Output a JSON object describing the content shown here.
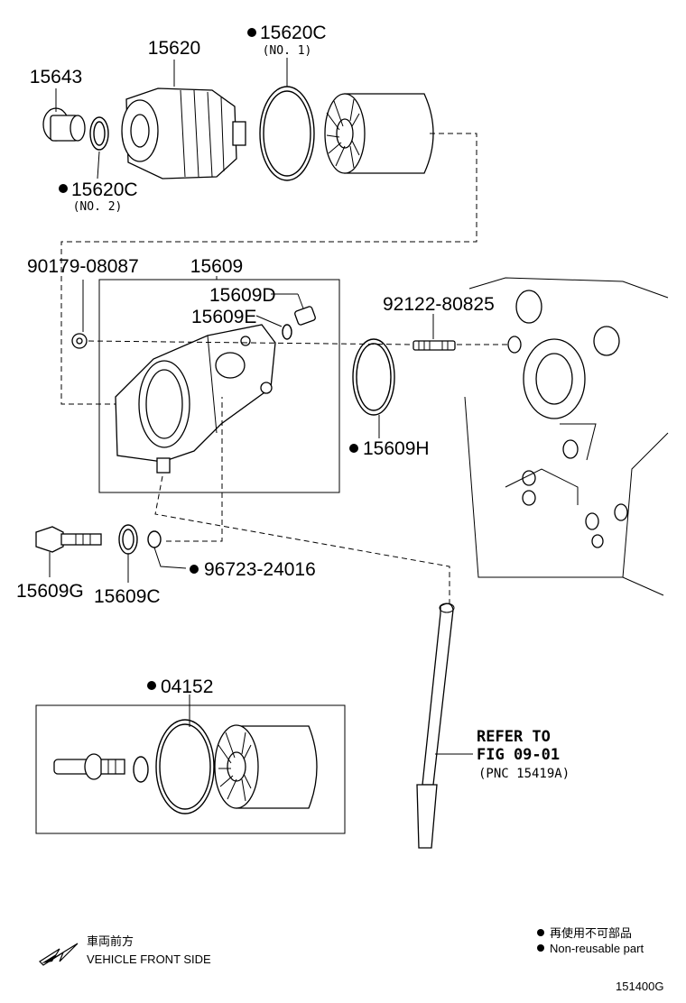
{
  "parts": {
    "p15620": "15620",
    "p15643": "15643",
    "p15620c_top": "15620C",
    "p15620c_top_sub": "(NO. 1)",
    "p15620c_left": "15620C",
    "p15620c_left_sub": "(NO. 2)",
    "p90179": "90179-08087",
    "p15609": "15609",
    "p15609d": "15609D",
    "p15609e": "15609E",
    "p92122": "92122-80825",
    "p15609h": "15609H",
    "p15609g": "15609G",
    "p15609c": "15609C",
    "p96723": "96723-24016",
    "p04152": "04152"
  },
  "refer": {
    "line1": "REFER TO",
    "line2": "FIG 09-01",
    "line3": "(PNC 15419A)"
  },
  "legend": {
    "jp_line": "再使用不可部品",
    "en_line": "Non-reusable part"
  },
  "direction": {
    "jp_line": "車両前方",
    "en_line": "VEHICLE FRONT SIDE"
  },
  "figure_code": "151400G"
}
